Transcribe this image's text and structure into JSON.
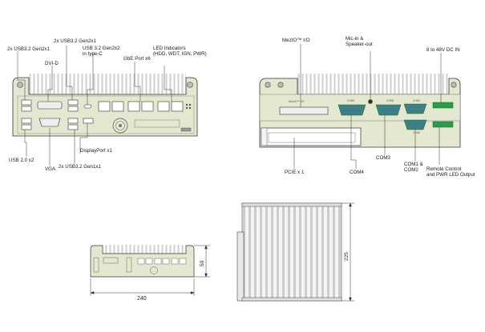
{
  "front": {
    "labels": {
      "usb_left_top": "2x USB3.2 Gen2x1",
      "dvid": "DVI-D",
      "usb_top_mid": "2x USB3.2 Gen2x1",
      "usb_typec": "USB 3.2 Gen2x2\nin type-C",
      "gbe": "GbE Port x6",
      "led": "LED Indicators\n(HDD, WDT, IGN, PWR)",
      "usb20": "USB 2.0 x2",
      "vga": "VGA",
      "displayport": "DisplayPort x1",
      "usb_bottom": "2x USB3.2 Gen1x1"
    }
  },
  "rear": {
    "labels": {
      "mezio": "MezIO™ I/O",
      "mic": "Mic-in &\nSpeaker-out",
      "dcin": "8 to 48V  DC IN",
      "pcie": "PCIE x 1",
      "com4": "COM4",
      "com3": "COM3",
      "com12": "COM1 &\nCOM2",
      "remote": "Remote Control\nand PWR LED Output"
    },
    "silk": {
      "mezio": "MezIO™ I/O",
      "com4": "COM4",
      "com3": "COM3",
      "com1": "COM1",
      "com2": "COM2"
    }
  },
  "dimensions": {
    "width": "240",
    "height": "50",
    "depth": "225"
  },
  "colors": {
    "panel": "#e4e8d0",
    "panel_dark": "#c9cdb4",
    "fin": "#dcdcdc",
    "line": "#333333",
    "connector_blue": "#3e7f86",
    "terminal_green": "#2f9a4a"
  }
}
